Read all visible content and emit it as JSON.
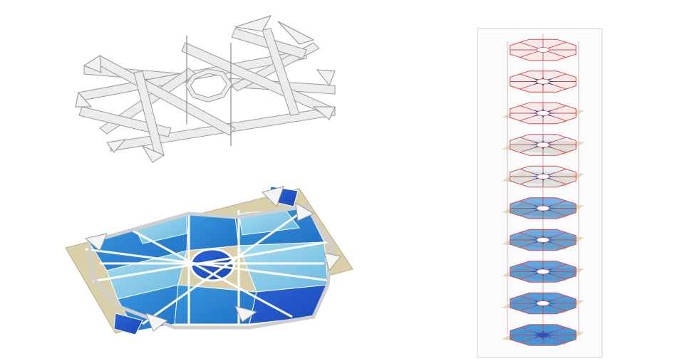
{
  "figure": {
    "panels": [
      {
        "id": "lattice-top",
        "style": "white-lattice"
      },
      {
        "id": "lattice-bottom",
        "style": "blue-filled-lattice"
      },
      {
        "id": "stack-right",
        "style": "stacked-layers",
        "layer_count": 10
      }
    ],
    "colors": {
      "lattice": "#e6e6e6",
      "lattice_edge": "#9a9a9a",
      "blue_dark": "#1f55c8",
      "blue_mid": "#2a86d6",
      "blue_light": "#8fd0ea",
      "base_sheet": "#d9cfa8",
      "red_lines": "#d94b4b",
      "frame": "#bfbfbf"
    }
  }
}
